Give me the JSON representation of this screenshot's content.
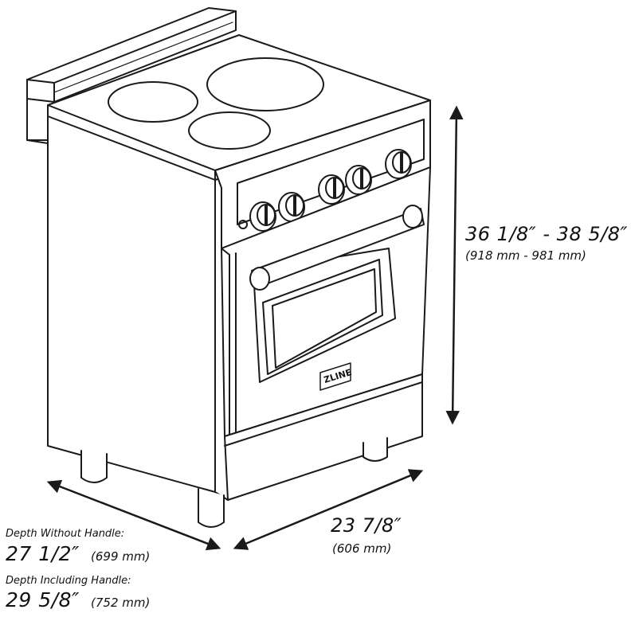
{
  "product": {
    "brand_logo": "ZLINE"
  },
  "dimensions": {
    "height": {
      "imperial": "36 1/8″ - 38 5/8″",
      "metric": "(918 mm - 981 mm)"
    },
    "width": {
      "imperial": "23 7/8″",
      "metric": "(606 mm)"
    },
    "depth_without_handle": {
      "label": "Depth Without Handle:",
      "imperial": "27 1/2″",
      "metric": "(699 mm)"
    },
    "depth_including_handle": {
      "label": "Depth Including Handle:",
      "imperial": "29 5/8″",
      "metric": "(752 mm)"
    }
  },
  "colors": {
    "line": "#1a1a1a",
    "background": "#ffffff"
  }
}
